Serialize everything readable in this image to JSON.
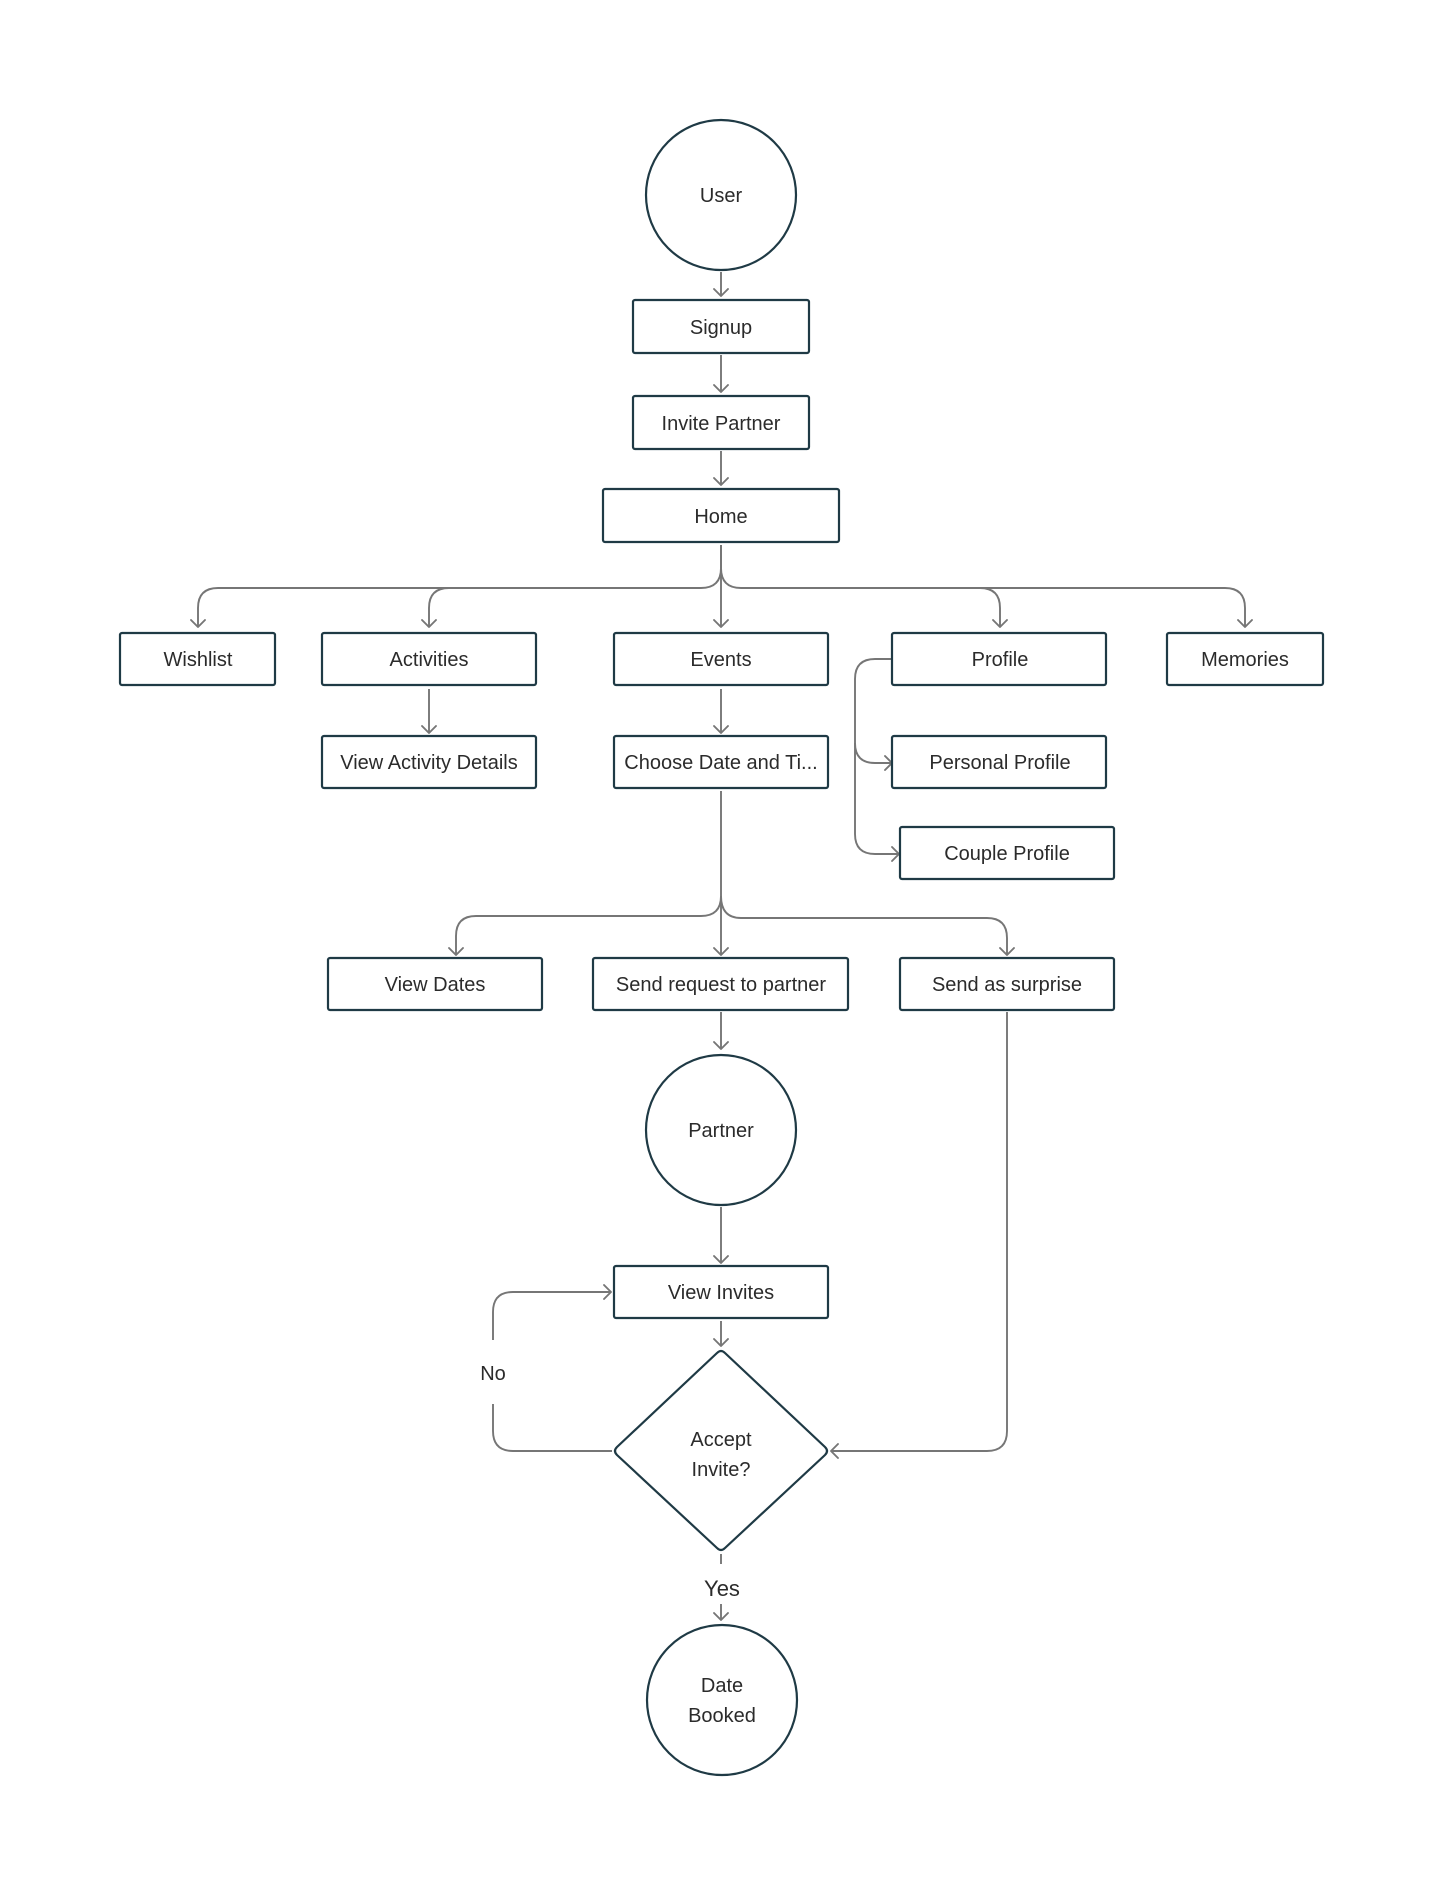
{
  "diagram": {
    "nodes": {
      "user": "User",
      "signup": "Signup",
      "invite_partner": "Invite Partner",
      "home": "Home",
      "wishlist": "Wishlist",
      "activities": "Activities",
      "events": "Events",
      "profile": "Profile",
      "memories": "Memories",
      "view_activity_details": "View Activity Details",
      "choose_date_time": "Choose Date and Ti...",
      "personal_profile": "Personal Profile",
      "couple_profile": "Couple Profile",
      "view_dates": "View Dates",
      "send_request": "Send request to partner",
      "send_surprise": "Send as surprise",
      "partner": "Partner",
      "view_invites": "View Invites",
      "accept_invite": [
        "Accept",
        "Invite?"
      ],
      "date_booked": [
        "Date",
        "Booked"
      ]
    },
    "labels": {
      "no": "No",
      "yes": "Yes"
    }
  }
}
